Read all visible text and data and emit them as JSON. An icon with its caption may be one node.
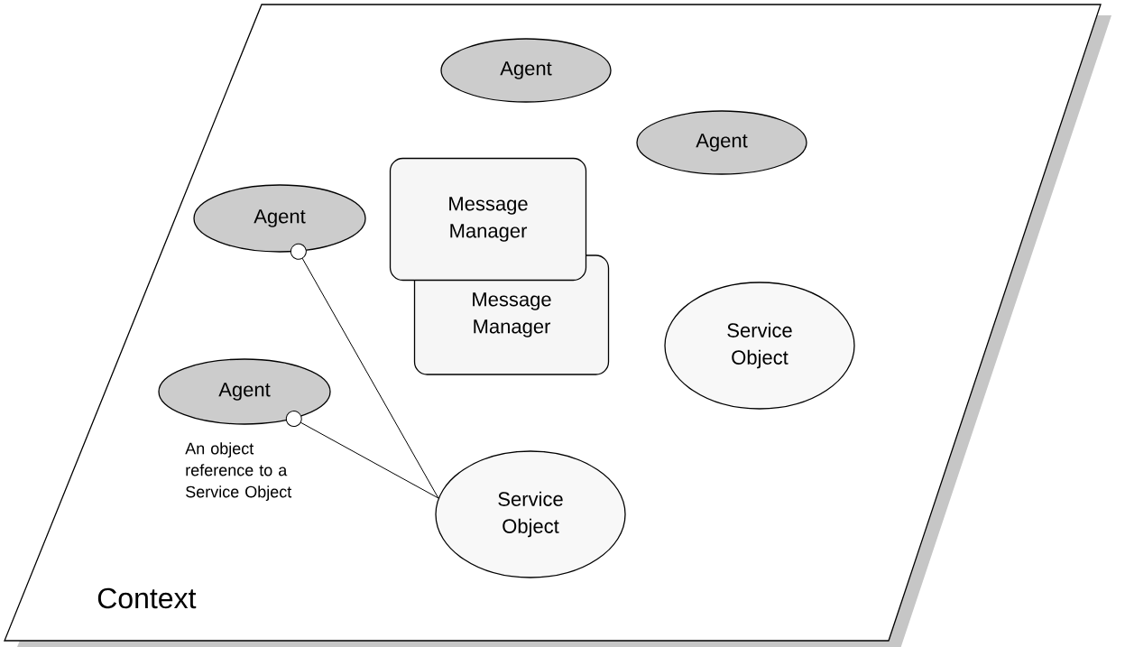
{
  "diagram": {
    "nodes": [
      {
        "text": [
          "Context"
        ]
      },
      {
        "text": [
          "Agent"
        ],
        "in": 0
      },
      {
        "text": [
          "Agent"
        ],
        "in": 0
      },
      {
        "text": [
          "Message Manager"
        ],
        "in": 0
      },
      {
        "text": [
          "Agent"
        ],
        "in": 0
      },
      {
        "text": [
          "Message Manager"
        ],
        "in": 0
      },
      {
        "text": [
          "Service Object"
        ],
        "in": 0
      },
      {
        "text": [
          "Agent"
        ],
        "in": 0
      },
      {
        "text": [
          "Service Object"
        ],
        "in": 0
      }
    ],
    "edges": [
      {
        "from": 4,
        "to": 8,
        "arrow": "other"
      },
      {
        "from": 7,
        "to": 8,
        "arrow": "other"
      }
    ],
    "labels": [
      "An object reference to a Service Object"
    ]
  }
}
